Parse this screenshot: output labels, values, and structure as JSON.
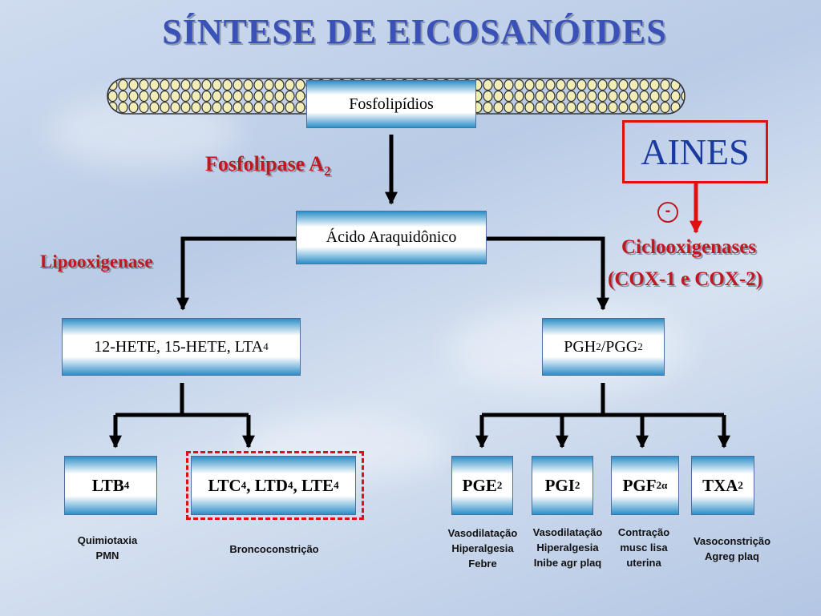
{
  "title": "SÍNTESE DE EICOSANÓIDES",
  "enzymes": {
    "fosfolipase": "Fosfolipase A",
    "fosfolipase_sub": "2",
    "lipooxigenase": "Lipooxigenase",
    "ciclooxigenases": "Ciclooxigenases",
    "cox": "(COX-1 e COX-2)"
  },
  "inhibitor": {
    "label": "AINES",
    "sign": "-"
  },
  "nodes": {
    "fosfolipidios": "Fosfolipídios",
    "acido": "Ácido Araquidônico",
    "hete": {
      "text": "12-HETE, 15-HETE, LTA",
      "sub": "4"
    },
    "pgh": {
      "t1": "PGH",
      "s1": "2",
      "t2": "/PGG",
      "s2": "2"
    },
    "ltb": {
      "text": "LTB",
      "sub": "4"
    },
    "ltc": {
      "t1": "LTC",
      "s1": "4",
      "t2": ", LTD",
      "s2": "4",
      "t3": ", LTE",
      "s3": "4"
    },
    "pge": {
      "text": "PGE",
      "sub": "2"
    },
    "pgi": {
      "text": "PGI",
      "sub": "2"
    },
    "pgf": {
      "text": "PGF",
      "sub": "2α"
    },
    "txa": {
      "text": "TXA",
      "sub": "2"
    }
  },
  "effects": {
    "ltb": [
      "Quimiotaxia",
      "PMN"
    ],
    "ltc": [
      "Broncoconstrição"
    ],
    "pge": [
      "Vasodilatação",
      "Hiperalgesia",
      "Febre"
    ],
    "pgi": [
      "Vasodilatação",
      "Hiperalgesia",
      "Inibe agr plaq"
    ],
    "pgf": [
      "Contração",
      "musc lisa",
      "uterina"
    ],
    "txa": [
      "Vasoconstrição",
      "Agreg plaq"
    ]
  },
  "colors": {
    "title": "#3a52b8",
    "enzyme": "#c01820",
    "inhibit": "#e01010",
    "box_edge": "#2e8fc8",
    "membrane": "#f2ecb6"
  }
}
